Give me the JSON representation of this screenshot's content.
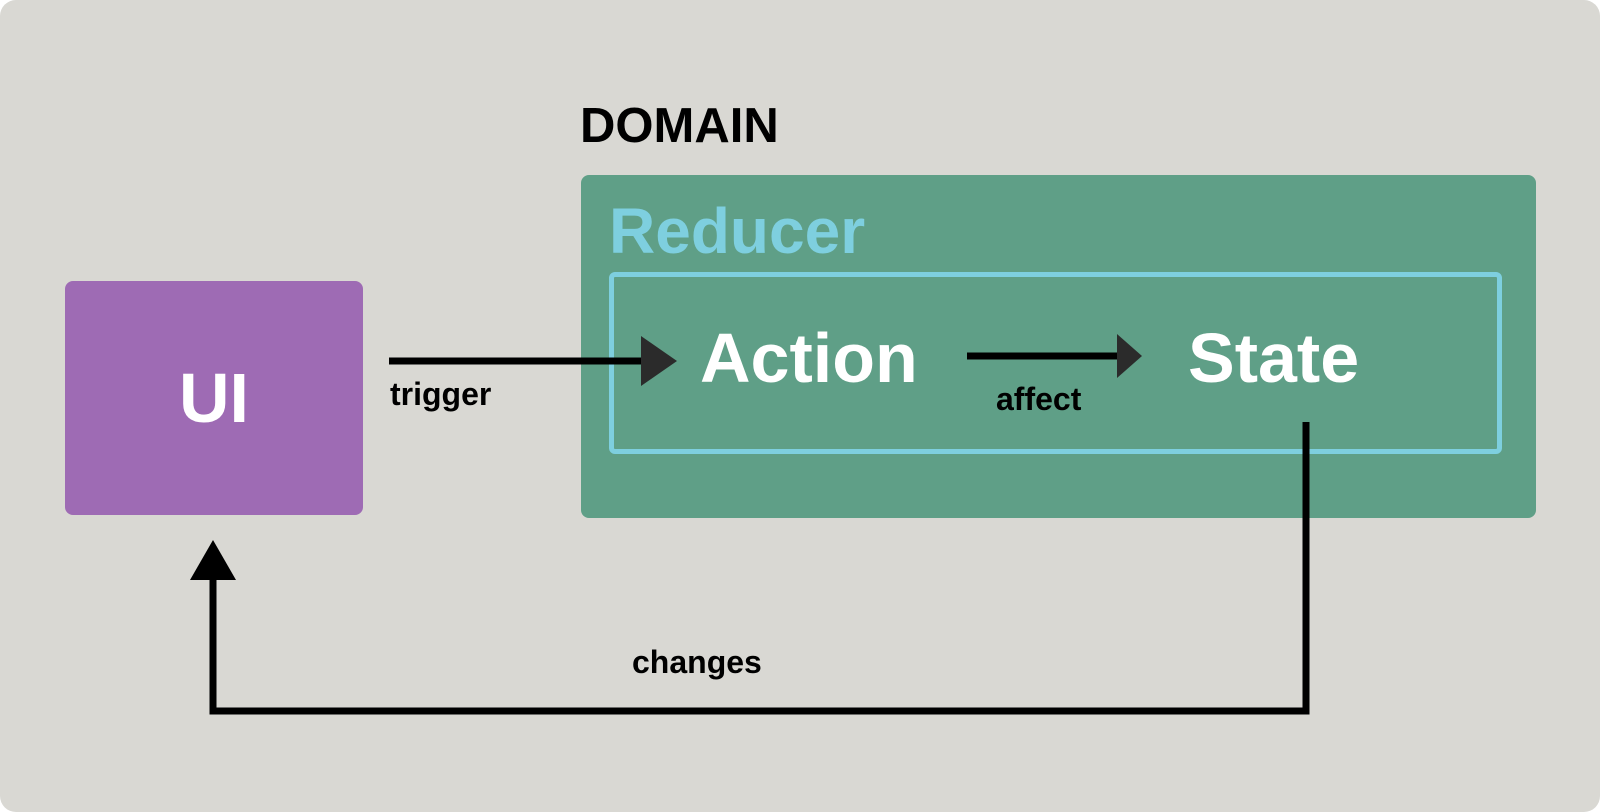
{
  "diagram": {
    "domain_title": "DOMAIN",
    "reducer_label": "Reducer",
    "nodes": {
      "ui": "UI",
      "action": "Action",
      "state": "State"
    },
    "edges": {
      "trigger": "trigger",
      "affect": "affect",
      "changes": "changes"
    }
  },
  "colors": {
    "background": "#d9d8d3",
    "domain_fill": "#5f9f87",
    "reducer_accent": "#7ecfdf",
    "ui_fill": "#9e6bb4",
    "node_text": "#ffffff",
    "arrow": "#000000"
  }
}
